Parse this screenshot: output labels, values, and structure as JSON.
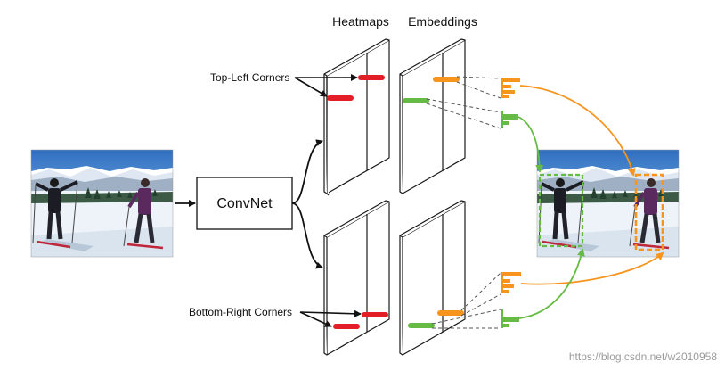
{
  "labels": {
    "heatmaps": "Heatmaps",
    "embeddings": "Embeddings",
    "top_left": "Top-Left Corners",
    "bottom_right": "Bottom-Right Corners",
    "convnet": "ConvNet"
  },
  "watermark": "https://blog.csdn.net/w2010958",
  "colors": {
    "red": "#e41e26",
    "orange": "#f7941e",
    "green": "#66bb44",
    "box": "#1a1a1a"
  }
}
